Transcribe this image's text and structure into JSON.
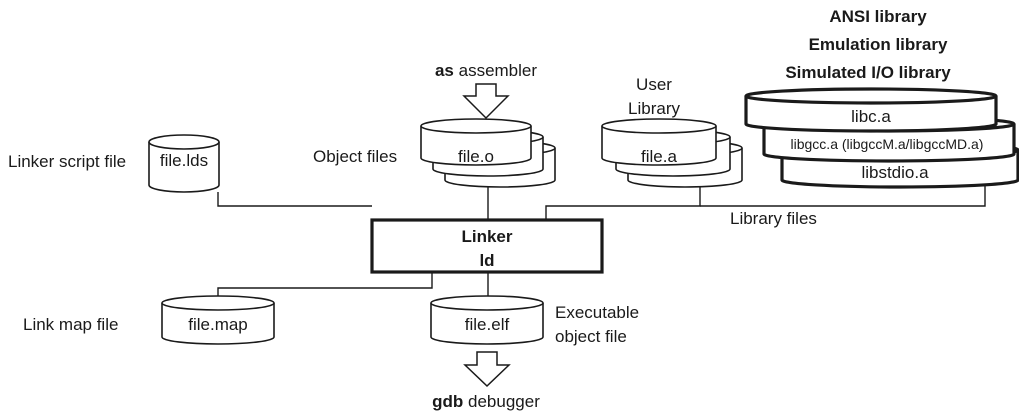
{
  "assembler": {
    "tool": "as",
    "desc": "assembler"
  },
  "debugger": {
    "tool": "gdb",
    "desc": "debugger"
  },
  "linker": {
    "line1": "Linker",
    "line2": "ld"
  },
  "linker_script": {
    "label": "Linker script file",
    "file": "file.lds"
  },
  "object_files": {
    "label": "Object files",
    "file": "file.o"
  },
  "user_library": {
    "label_line1": "User",
    "label_line2": "Library",
    "file": "file.a"
  },
  "std_libraries": {
    "title_lines": [
      "ANSI library",
      "Emulation library",
      "Simulated I/O library"
    ],
    "files": [
      "libc.a",
      "libgcc.a (libgccM.a/libgccMD.a)",
      "libstdio.a"
    ],
    "label": "Library files"
  },
  "link_map": {
    "label": "Link map file",
    "file": "file.map"
  },
  "executable": {
    "label_line1": "Executable",
    "label_line2": "object file",
    "file": "file.elf"
  }
}
